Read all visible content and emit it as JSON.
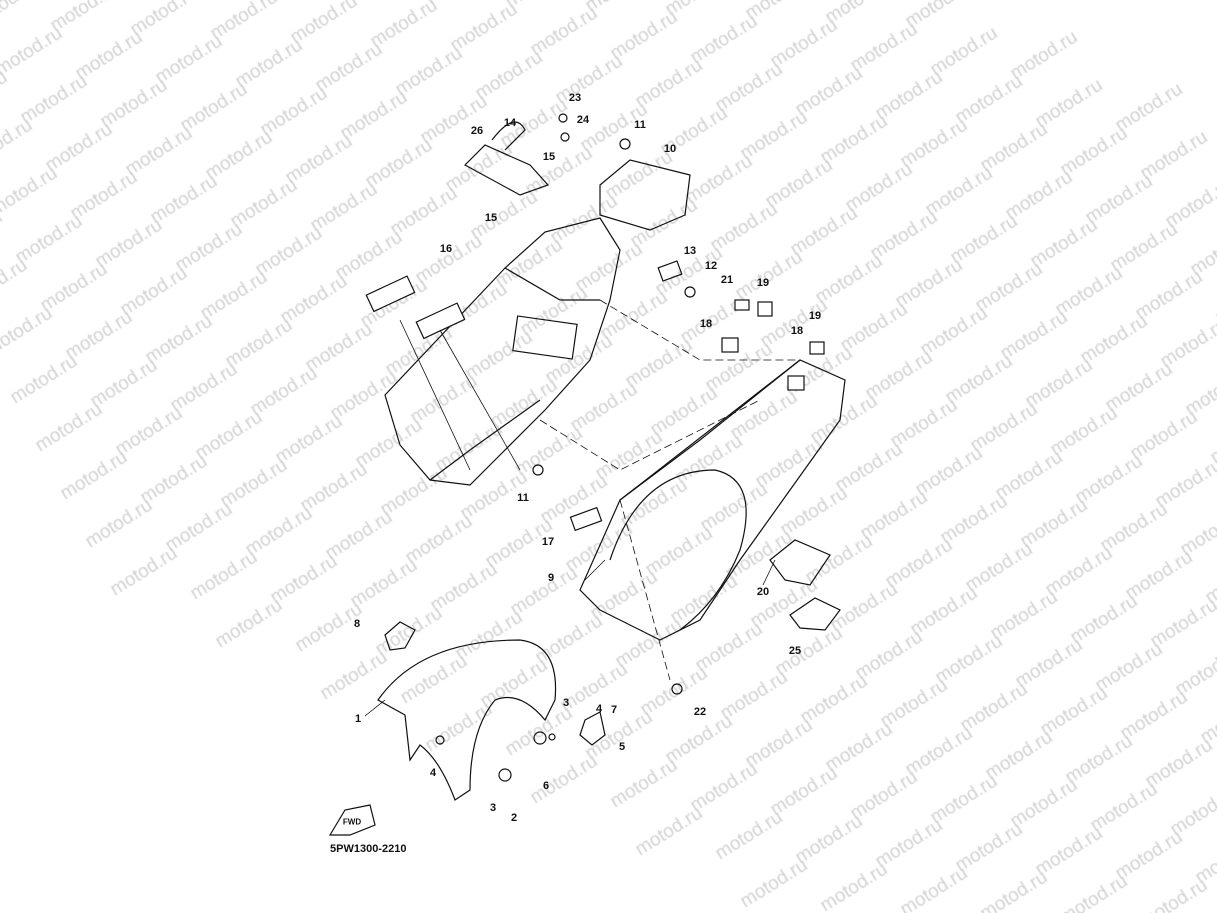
{
  "watermark": "motod.ru",
  "diagram_code": "5PW1300-2210",
  "fwd_label": "FWD",
  "callouts": [
    "23",
    "24",
    "11",
    "14",
    "26",
    "10",
    "15",
    "15",
    "16",
    "13",
    "12",
    "21",
    "19",
    "18",
    "19",
    "18",
    "11",
    "17",
    "9",
    "20",
    "25",
    "8",
    "22",
    "1",
    "3",
    "4",
    "7",
    "5",
    "4",
    "6",
    "3",
    "2"
  ]
}
